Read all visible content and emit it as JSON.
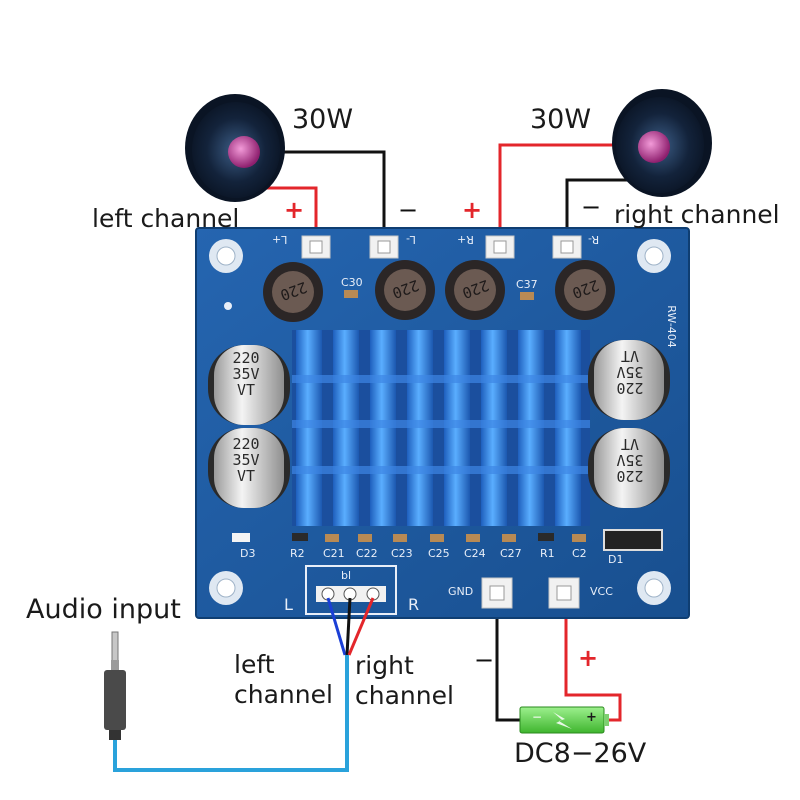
{
  "speakers": {
    "left": {
      "power": "30W",
      "label": "left channel",
      "plus": "+",
      "minus": "−"
    },
    "right": {
      "power": "30W",
      "label": "right channel",
      "plus": "+",
      "minus": "−"
    }
  },
  "board": {
    "terminals": {
      "left_plus": "L+",
      "left_minus": "L-",
      "right_plus": "R+",
      "right_minus": "R-",
      "gnd": "GND",
      "vcc": "VCC"
    },
    "caps_small": [
      "C30",
      "C37"
    ],
    "inductors": [
      "220",
      "220",
      "220",
      "220"
    ],
    "electrolytics": {
      "value": "220",
      "voltage": "35V",
      "series": "VT"
    },
    "model": "RW-404",
    "smd_row": [
      "D3",
      "R2",
      "C21",
      "C22",
      "C23",
      "C25",
      "C24",
      "C27",
      "R1",
      "C2",
      "D1"
    ],
    "input_header": {
      "left": "L",
      "right": "R",
      "marker": "bl"
    }
  },
  "audio": {
    "title": "Audio input",
    "left_wire": "left\nchannel",
    "right_wire": "right\nchannel"
  },
  "power": {
    "label": "DC8−26V",
    "plus": "+",
    "minus": "−",
    "battery_neg": "−",
    "battery_pos": "+"
  },
  "colors": {
    "pcb": "#1d5fa7",
    "heatsink": "#2f7ddb",
    "wire_red": "#e3262b",
    "wire_black": "#111111",
    "wire_blue": "#2aa2db",
    "battery": "#5ed64e"
  }
}
